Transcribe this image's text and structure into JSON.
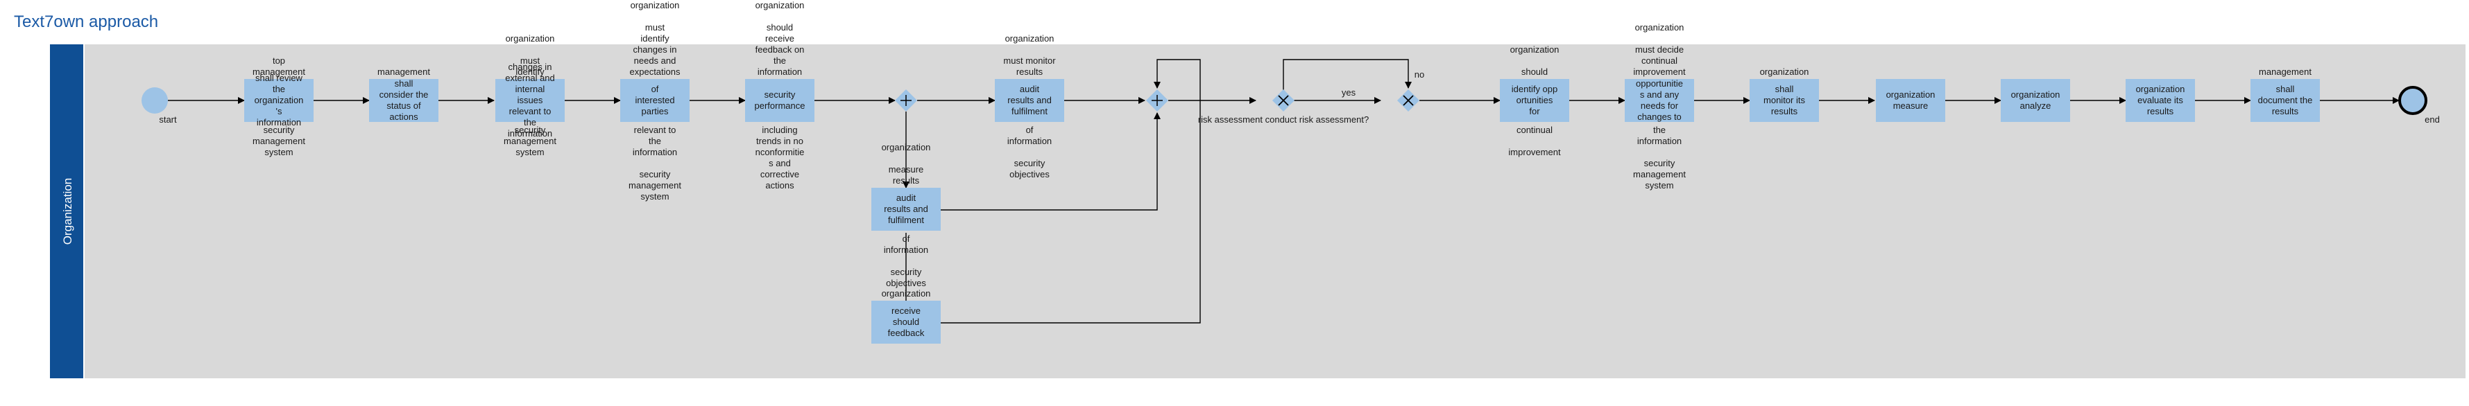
{
  "title": "Text7own approach",
  "lane": "Organization",
  "events": {
    "start": "start",
    "end": "end"
  },
  "gateways": {
    "risk_question": "risk assessment conduct risk assessment?",
    "yes": "yes",
    "no": "no"
  },
  "tasks": [
    {
      "id": "t1",
      "above": [
        "top",
        "management"
      ],
      "inside": [
        "shall review",
        "the",
        "organization",
        "'s",
        "information"
      ],
      "below": [
        "security",
        "management",
        "system"
      ]
    },
    {
      "id": "t2",
      "above": [
        "management"
      ],
      "inside": [
        "shall",
        "consider the",
        "status of",
        "actions"
      ],
      "below": []
    },
    {
      "id": "t3",
      "above": [
        "organization",
        "",
        "must",
        "identify"
      ],
      "inside": [
        "changes in",
        "external and",
        "internal",
        "issues",
        "relevant to",
        "the",
        "information"
      ],
      "below": [
        "security",
        "management",
        "system"
      ]
    },
    {
      "id": "t4",
      "above": [
        "organization",
        "",
        "must",
        "identify",
        "changes in",
        "needs and",
        "expectations"
      ],
      "inside": [
        "of",
        "interested",
        "parties"
      ],
      "below": [
        "relevant to",
        "the",
        "information",
        "",
        "security",
        "management",
        "system"
      ]
    },
    {
      "id": "t5",
      "above": [
        "organization",
        "",
        "should",
        "receive",
        "feedback on",
        "the",
        "information"
      ],
      "inside": [
        "security",
        "performance"
      ],
      "below": [
        "including",
        "trends in no",
        "nconformitie",
        "s and",
        "corrective",
        "actions"
      ]
    },
    {
      "id": "t6",
      "above": [
        "organization",
        "",
        "must monitor",
        "results"
      ],
      "inside": [
        "audit",
        "results and",
        "fulfilment"
      ],
      "below": [
        "of",
        "information",
        "",
        "security",
        "objectives"
      ]
    },
    {
      "id": "t7",
      "above": [
        "organization",
        "",
        "measure",
        "results"
      ],
      "inside": [
        "audit",
        "results and",
        "fulfilment"
      ],
      "below": [
        "of",
        "information",
        "",
        "security",
        "objectives"
      ]
    },
    {
      "id": "t8",
      "above": [
        "organization"
      ],
      "inside": [
        "receive",
        "should",
        "feedback"
      ],
      "below": []
    },
    {
      "id": "t9",
      "above": [
        "organization",
        "",
        "should"
      ],
      "inside": [
        "identify opp",
        "ortunities",
        "for"
      ],
      "below": [
        "continual",
        "",
        "improvement"
      ]
    },
    {
      "id": "t10",
      "above": [
        "organization",
        "",
        "must decide",
        "continual",
        "improvement"
      ],
      "inside": [
        "opportunitie",
        "s and any",
        "needs for",
        "changes to"
      ],
      "below": [
        "the",
        "information",
        "",
        "security",
        "management",
        "system"
      ]
    },
    {
      "id": "t11",
      "above": [
        "organization"
      ],
      "inside": [
        "shall",
        "monitor its",
        "results"
      ],
      "below": []
    },
    {
      "id": "t12",
      "above": [],
      "inside": [
        "organization",
        "measure"
      ],
      "below": []
    },
    {
      "id": "t13",
      "above": [],
      "inside": [
        "organization",
        "analyze"
      ],
      "below": []
    },
    {
      "id": "t14",
      "above": [],
      "inside": [
        "organization",
        "evaluate its",
        "results"
      ],
      "below": []
    },
    {
      "id": "t15",
      "above": [
        "management"
      ],
      "inside": [
        "shall",
        "document the",
        "results"
      ],
      "below": []
    }
  ],
  "colors": {
    "lane_header": "#0f4f94",
    "lane_body": "#d9d9d9",
    "task_fill": "#9dc3e6",
    "gateway_fill": "#9dc3e6",
    "event_fill": "#9dc3e6",
    "line": "#000000",
    "title": "#1b5aa6"
  }
}
